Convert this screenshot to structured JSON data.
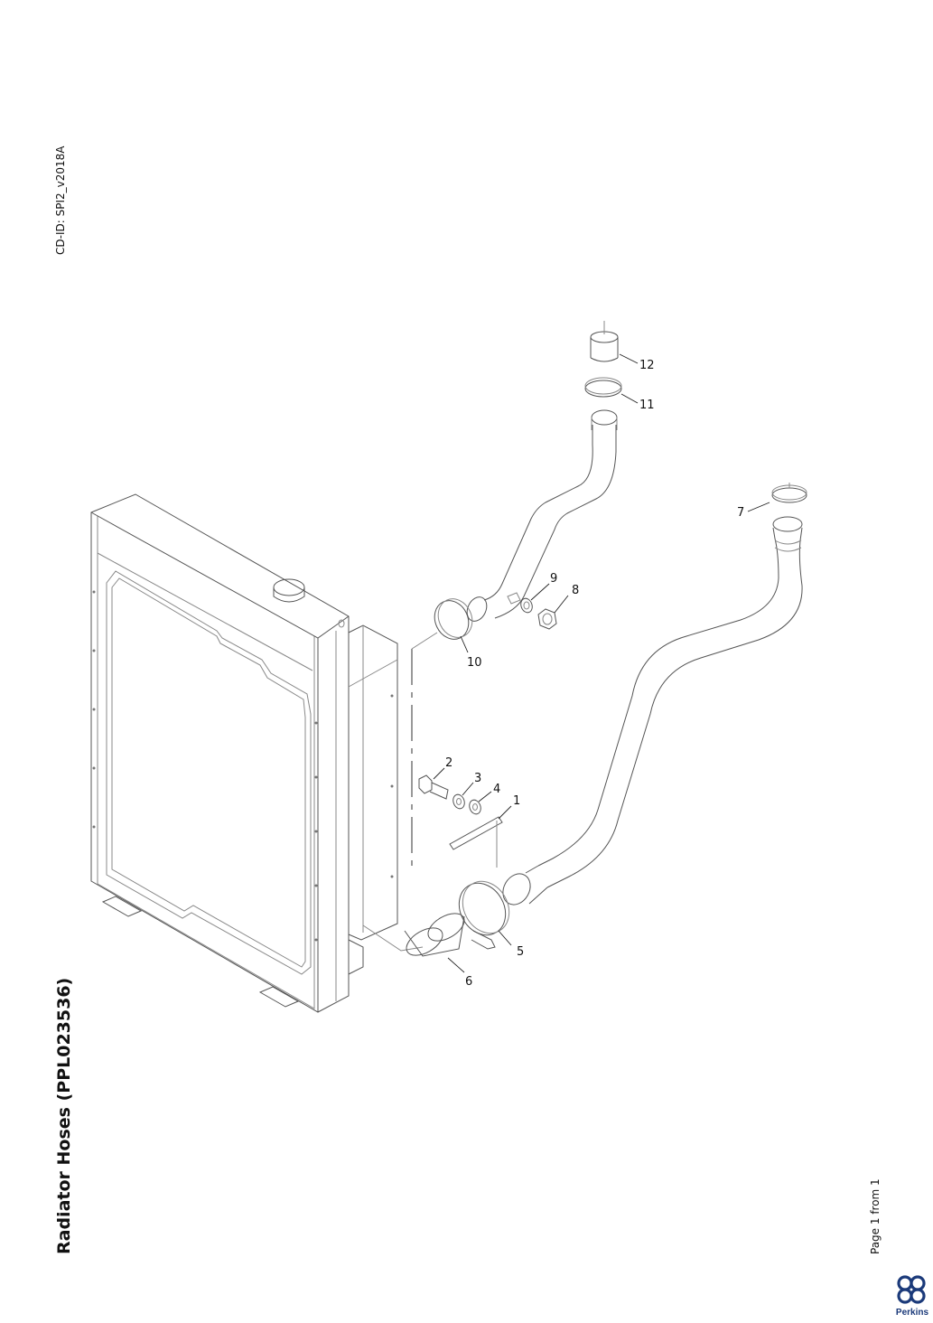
{
  "header": {
    "cd_id": "CD-ID: SPI2_v2018A"
  },
  "title": "Radiator Hoses (PPL023536)",
  "footer": {
    "page": "Page 1 from 1"
  },
  "brand": {
    "name": "Perkins",
    "color": "#1b3a7a"
  },
  "callouts": [
    "1",
    "2",
    "3",
    "4",
    "5",
    "6",
    "7",
    "8",
    "9",
    "10",
    "11",
    "12"
  ]
}
